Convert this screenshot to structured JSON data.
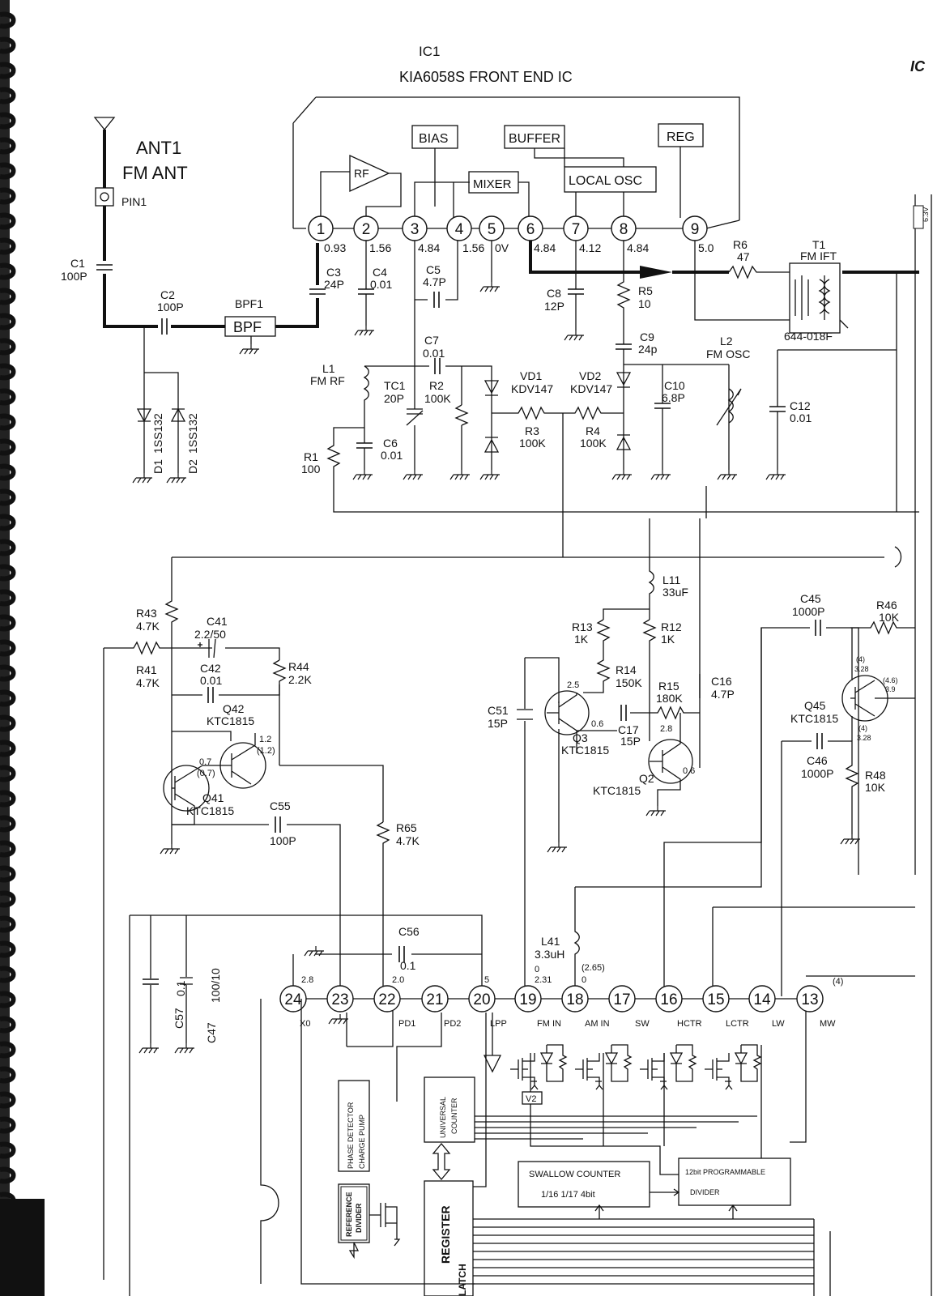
{
  "ic": {
    "designator": "IC1",
    "title": "KIA6058S   FRONT END IC",
    "page_corner": "IC",
    "blocks": [
      "BIAS",
      "BUFFER",
      "REG",
      "RF",
      "MIXER",
      "LOCAL OSC"
    ],
    "top_pins": [
      "1",
      "2",
      "3",
      "4",
      "5",
      "6",
      "7",
      "8",
      "9"
    ],
    "top_voltages": [
      "0.93",
      "1.56",
      "4.84",
      "1.56",
      "0V",
      "4.84",
      "4.12",
      "4.84",
      "5.0"
    ],
    "bottom_pins": [
      "24",
      "23",
      "22",
      "21",
      "20",
      "19",
      "18",
      "17",
      "16",
      "15",
      "14",
      "13"
    ],
    "bottom_top_voltages": [
      "2.8",
      "2.0",
      "5",
      "0",
      "2.31",
      "(2.65)",
      "0",
      "(4)"
    ],
    "bottom_pin_names": [
      "X0",
      "PD1",
      "PD2",
      "LPP",
      "FM IN",
      "AM IN",
      "SW",
      "HCTR",
      "LCTR",
      "LW",
      "MW"
    ]
  },
  "antenna": {
    "ant": "ANT1",
    "desc": "FM  ANT",
    "pin": "PIN1"
  },
  "components": {
    "C1": [
      "C1",
      "100P"
    ],
    "C2": [
      "C2",
      "100P"
    ],
    "BPF1": [
      "BPF1",
      "BPF"
    ],
    "D1": [
      "D1",
      "1SS132"
    ],
    "D2": [
      "D2",
      "1SS132"
    ],
    "C3": [
      "C3",
      "24P"
    ],
    "C4": [
      "C4",
      "0.01"
    ],
    "C5": [
      "C5",
      "4.7P"
    ],
    "C6": [
      "C6",
      "0.01"
    ],
    "C7": [
      "C7",
      "0.01"
    ],
    "C8": [
      "C8",
      "12P"
    ],
    "C9": [
      "C9",
      "24p"
    ],
    "C10": [
      "C10",
      "6.8P"
    ],
    "C12": [
      "C12",
      "0.01"
    ],
    "R1": [
      "R1",
      "100"
    ],
    "R2": [
      "R2",
      "100K"
    ],
    "R3": [
      "R3",
      "100K"
    ],
    "R4": [
      "R4",
      "100K"
    ],
    "R5": [
      "R5",
      "10"
    ],
    "R6": [
      "R6",
      "47"
    ],
    "L1": [
      "L1",
      "FM RF"
    ],
    "L2": [
      "L2",
      "FM OSC"
    ],
    "TC1": [
      "TC1",
      "20P"
    ],
    "VD1": [
      "VD1",
      "KDV147"
    ],
    "VD2": [
      "VD2",
      "KDV147"
    ],
    "T1": [
      "T1",
      "FM IFT",
      "644-018F"
    ],
    "R43": [
      "R43",
      "4.7K"
    ],
    "R41": [
      "R41",
      "4.7K"
    ],
    "C41": [
      "C41",
      "2.2/50"
    ],
    "C42": [
      "C42",
      "0.01"
    ],
    "R44": [
      "R44",
      "2.2K"
    ],
    "Q42": [
      "Q42",
      "KTC1815"
    ],
    "Q41": [
      "Q41",
      "KTC1815"
    ],
    "C55": [
      "C55",
      "100P"
    ],
    "R65": [
      "R65",
      "4.7K"
    ],
    "L11": [
      "L11",
      "33uF"
    ],
    "R13": [
      "R13",
      "1K"
    ],
    "R12": [
      "R12",
      "1K"
    ],
    "R14": [
      "R14",
      "150K"
    ],
    "R15": [
      "R15",
      "180K"
    ],
    "C16": [
      "C16",
      "4.7P"
    ],
    "C51": [
      "C51",
      "15P"
    ],
    "C17": [
      "C17",
      "15P"
    ],
    "Q3": [
      "Q3",
      "KTC1815"
    ],
    "Q2": [
      "Q2",
      "KTC1815"
    ],
    "C45": [
      "C45",
      "1000P"
    ],
    "R46": [
      "R46",
      "10K"
    ],
    "Q45": [
      "Q45",
      "KTC1815"
    ],
    "C46": [
      "C46",
      "1000P"
    ],
    "R48": [
      "R48",
      "10K"
    ],
    "C56": [
      "C56",
      "0.1"
    ],
    "L41": [
      "L41",
      "3.3uH"
    ],
    "C57": [
      "C57",
      "0.1"
    ],
    "C47": [
      "C47",
      "100/10"
    ]
  },
  "node_voltages": {
    "q42b": "0.7",
    "q42b2": "(0.7)",
    "q42c": "1.2",
    "q42c2": "(1.2)",
    "q3b": "2.5",
    "q3e": "0.6",
    "q2c": "2.8",
    "q2e": "0.6",
    "q45a": "(4)",
    "q45b": "3.28",
    "q45c": "(4.6)",
    "q45d": "3.9",
    "q45e": "(4)",
    "q45f": "3.28"
  },
  "bottom_blocks": {
    "phase_detector": "PHASE DETECTOR",
    "charge_pump": "CHARGE PUMP",
    "universal": "UNIVERSAL",
    "counter": "COUNTER",
    "swallow": "SWALLOW COUNTER",
    "swallow_div": "1/16  1/17  4bit",
    "prog": "12bit PROGRAMMABLE",
    "divider": "DIVIDER",
    "reference": "REFERENCE",
    "ref_divider": "DIVIDER",
    "register": "REGISTER",
    "latch": "LATCH",
    "v2": "V2"
  }
}
